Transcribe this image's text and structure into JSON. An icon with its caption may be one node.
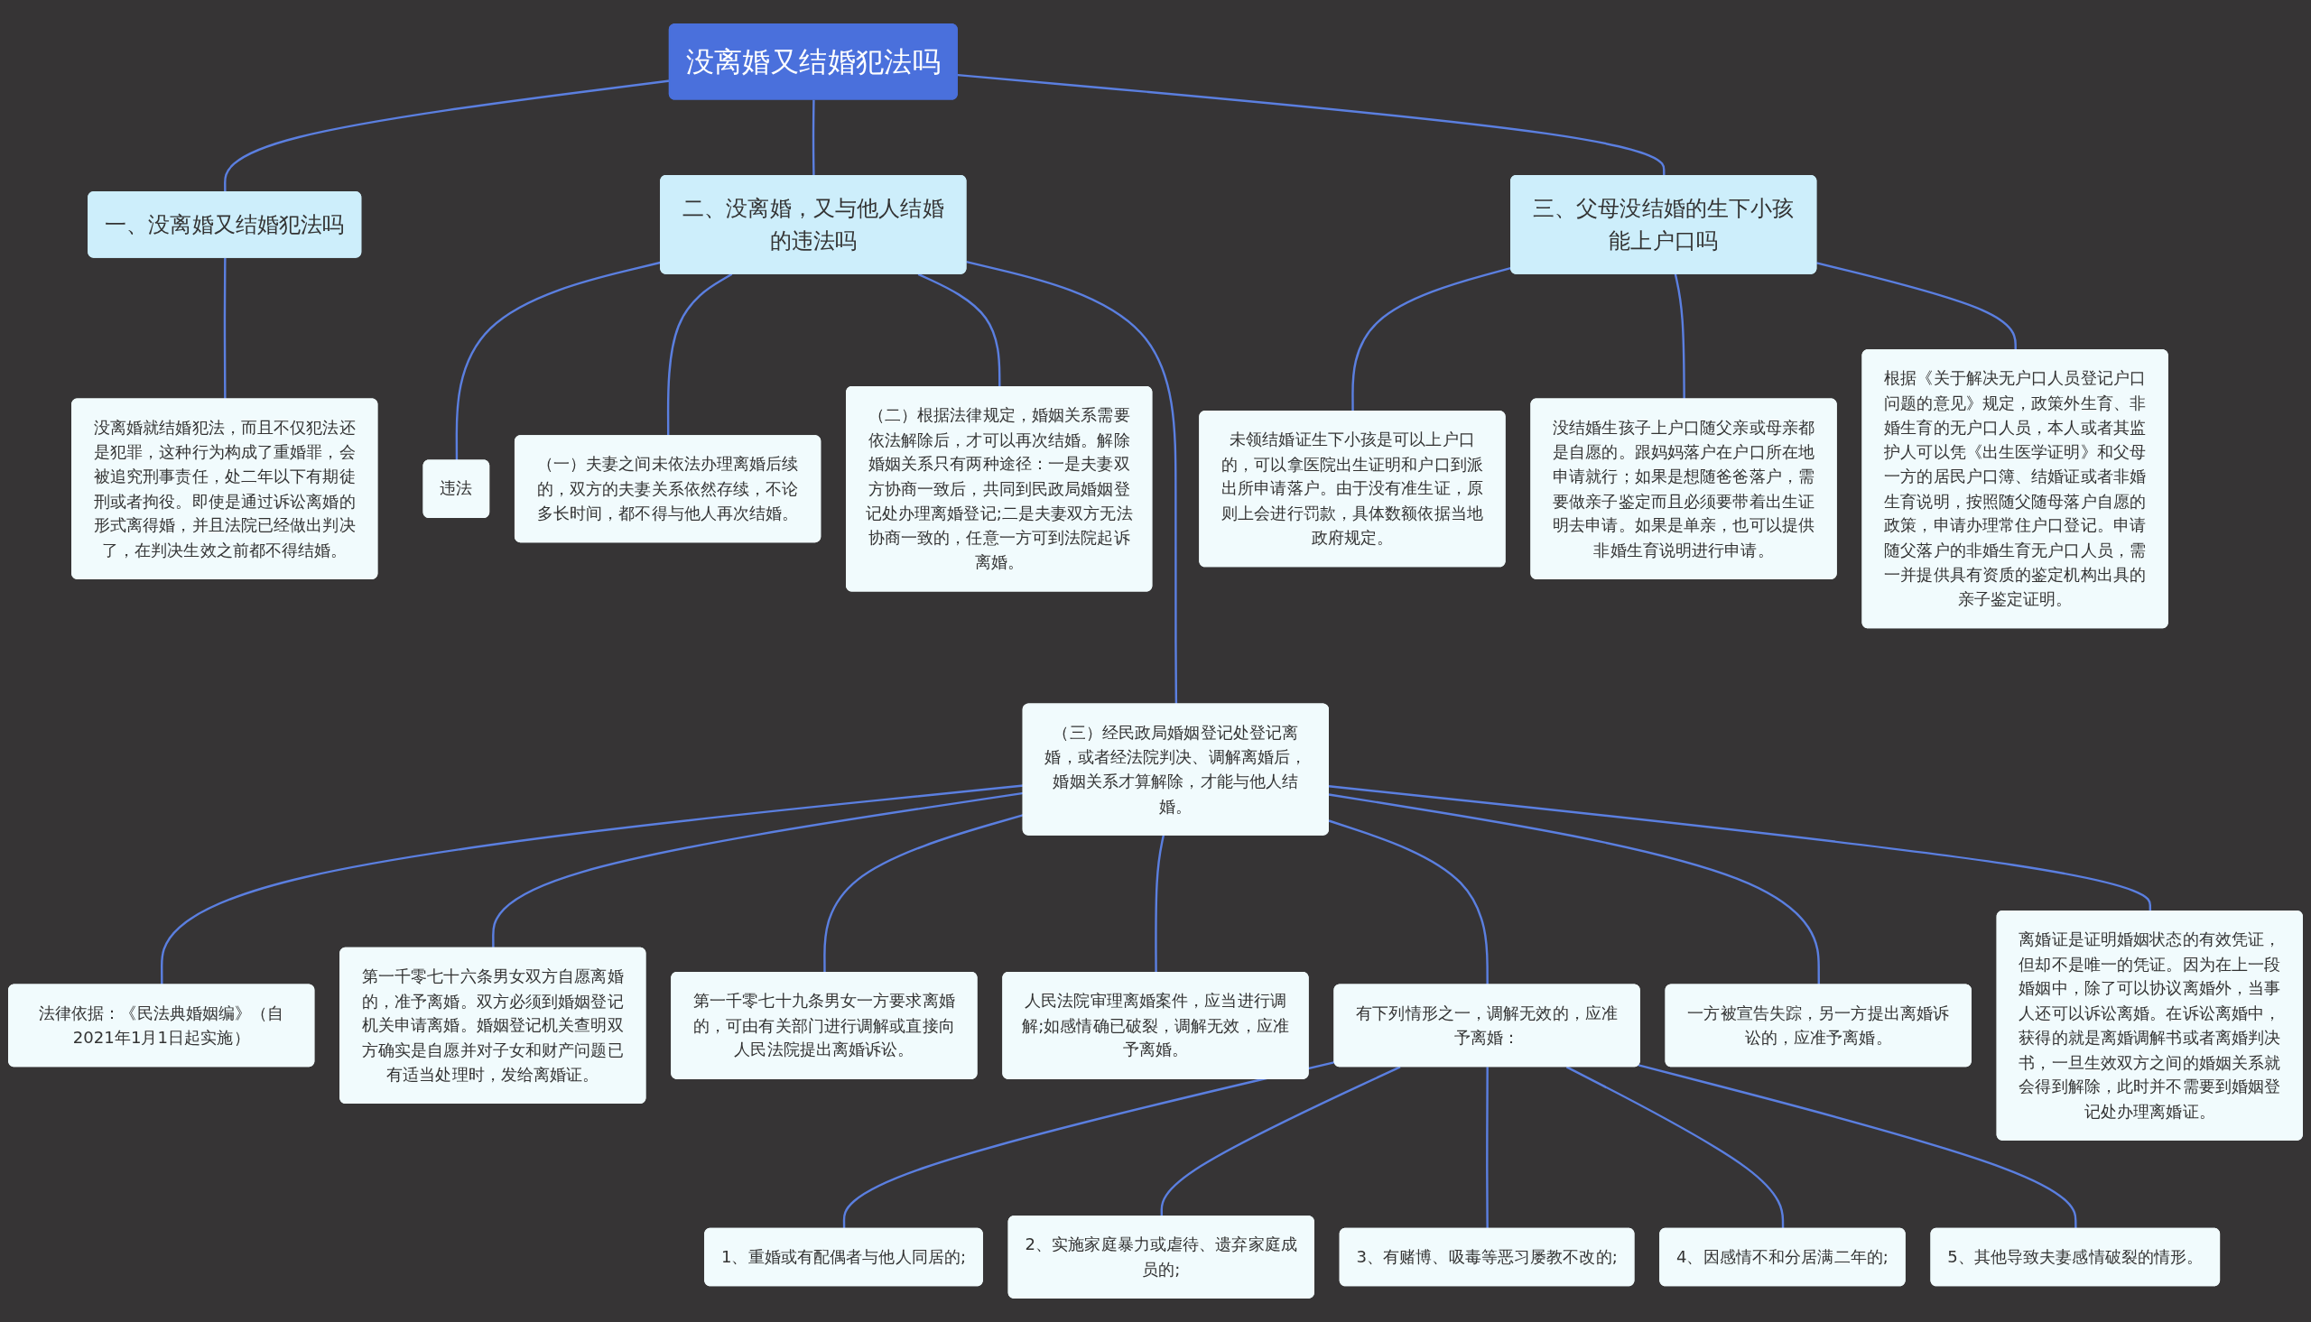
{
  "diagram": {
    "nodes": [
      {
        "text": [
          "没离婚又结婚犯法吗"
        ]
      },
      {
        "text": [
          "一、没离婚又结婚犯法吗"
        ]
      },
      {
        "text": [
          "没离婚就结婚犯法，而且不仅犯法还是犯罪，这种行为构成了重婚罪，会被追究刑事责任，处二年以下有期徒刑或者拘役。即使是通过诉讼离婚的形式离得婚，并且法院已经做出判决了，在判决生效之前都不得结婚。"
        ]
      },
      {
        "text": [
          "二、没离婚，又与他人结婚的违法吗"
        ]
      },
      {
        "text": [
          "违法"
        ]
      },
      {
        "text": [
          "（一）夫妻之间未依法办理离婚后续的，双方的夫妻关系依然存续，不论多长时间，都不得与他人再次结婚。"
        ]
      },
      {
        "text": [
          "（二）根据法律规定，婚姻关系需要依法解除后，才可以再次结婚。解除婚姻关系只有两种途径：一是夫妻双方协商一致后，共同到民政局婚姻登记处办理离婚登记;二是夫妻双方无法协商一致的，任意一方可到法院起诉离婚。"
        ]
      },
      {
        "text": [
          "（三）经民政局婚姻登记处登记离婚，或者经法院判决、调解离婚后，婚姻关系才算解除，才能与他人结婚。"
        ]
      },
      {
        "text": [
          "法律依据：《民法典婚姻编》（自2021年1月1日起实施）"
        ]
      },
      {
        "text": [
          "第一千零七十六条男女双方自愿离婚的，准予离婚。双方必须到婚姻登记机关申请离婚。婚姻登记机关查明双方确实是自愿并对子女和财产问题已有适当处理时，发给离婚证。"
        ]
      },
      {
        "text": [
          "第一千零七十九条男女一方要求离婚的，可由有关部门进行调解或直接向人民法院提出离婚诉讼。"
        ]
      },
      {
        "text": [
          "人民法院审理离婚案件，应当进行调解;如感情确已破裂，调解无效，应准予离婚。"
        ]
      },
      {
        "text": [
          "有下列情形之一，调解无效的，应准予离婚："
        ]
      },
      {
        "text": [
          "1、重婚或有配偶者与他人同居的;"
        ]
      },
      {
        "text": [
          "2、实施家庭暴力或虐待、遗弃家庭成员的;"
        ]
      },
      {
        "text": [
          "3、有赌博、吸毒等恶习屡教不改的;"
        ]
      },
      {
        "text": [
          "4、因感情不和分居满二年的;"
        ]
      },
      {
        "text": [
          "5、其他导致夫妻感情破裂的情形。"
        ]
      },
      {
        "text": [
          "一方被宣告失踪，另一方提出离婚诉讼的，应准予离婚。"
        ]
      },
      {
        "text": [
          "离婚证是证明婚姻状态的有效凭证，但却不是唯一的凭证。因为在上一段婚姻中，除了可以协议离婚外，当事人还可以诉讼离婚。在诉讼离婚中，获得的就是离婚调解书或者离婚判决书，一旦生效双方之间的婚姻关系就会得到解除，此时并不需要到婚姻登记处办理离婚证。"
        ]
      },
      {
        "text": [
          "三、父母没结婚的生下小孩能上户口吗"
        ]
      },
      {
        "text": [
          "未领结婚证生下小孩是可以上户口的，可以拿医院出生证明和户口到派出所申请落户。由于没有准生证，原则上会进行罚款，具体数额依据当地政府规定。"
        ]
      },
      {
        "text": [
          "没结婚生孩子上户口随父亲或母亲都是自愿的。跟妈妈落户在户口所在地申请就行；如果是想随爸爸落户，需要做亲子鉴定而且必须要带着出生证明去申请。如果是单亲，也可以提供非婚生育说明进行申请。"
        ]
      },
      {
        "text": [
          "根据《关于解决无户口人员登记户口问题的意见》规定，政策外生育、非婚生育的无户口人员，本人或者其监护人可以凭《出生医学证明》和父母一方的居民户口簿、结婚证或者非婚生育说明，按照随父随母落户自愿的政策，申请办理常住户口登记。申请随父落户的非婚生育无户口人员，需一并提供具有资质的鉴定机构出具的亲子鉴定证明。"
        ]
      }
    ],
    "edges": [
      {
        "from": 0,
        "to": 1,
        "arrow": "none"
      },
      {
        "from": 1,
        "to": 2,
        "arrow": "none"
      },
      {
        "from": 0,
        "to": 3,
        "arrow": "none"
      },
      {
        "from": 3,
        "to": 4,
        "arrow": "none"
      },
      {
        "from": 3,
        "to": 5,
        "arrow": "none"
      },
      {
        "from": 3,
        "to": 6,
        "arrow": "none"
      },
      {
        "from": 3,
        "to": 7,
        "arrow": "none"
      },
      {
        "from": 7,
        "to": 8,
        "arrow": "none"
      },
      {
        "from": 7,
        "to": 9,
        "arrow": "none"
      },
      {
        "from": 7,
        "to": 10,
        "arrow": "none"
      },
      {
        "from": 7,
        "to": 11,
        "arrow": "none"
      },
      {
        "from": 7,
        "to": 12,
        "arrow": "none"
      },
      {
        "from": 12,
        "to": 13,
        "arrow": "none"
      },
      {
        "from": 12,
        "to": 14,
        "arrow": "none"
      },
      {
        "from": 12,
        "to": 15,
        "arrow": "none"
      },
      {
        "from": 12,
        "to": 16,
        "arrow": "none"
      },
      {
        "from": 12,
        "to": 17,
        "arrow": "none"
      },
      {
        "from": 7,
        "to": 18,
        "arrow": "none"
      },
      {
        "from": 7,
        "to": 19,
        "arrow": "none"
      },
      {
        "from": 0,
        "to": 20,
        "arrow": "none"
      },
      {
        "from": 20,
        "to": 21,
        "arrow": "none"
      },
      {
        "from": 20,
        "to": 22,
        "arrow": "none"
      },
      {
        "from": 20,
        "to": 23,
        "arrow": "none"
      }
    ]
  }
}
